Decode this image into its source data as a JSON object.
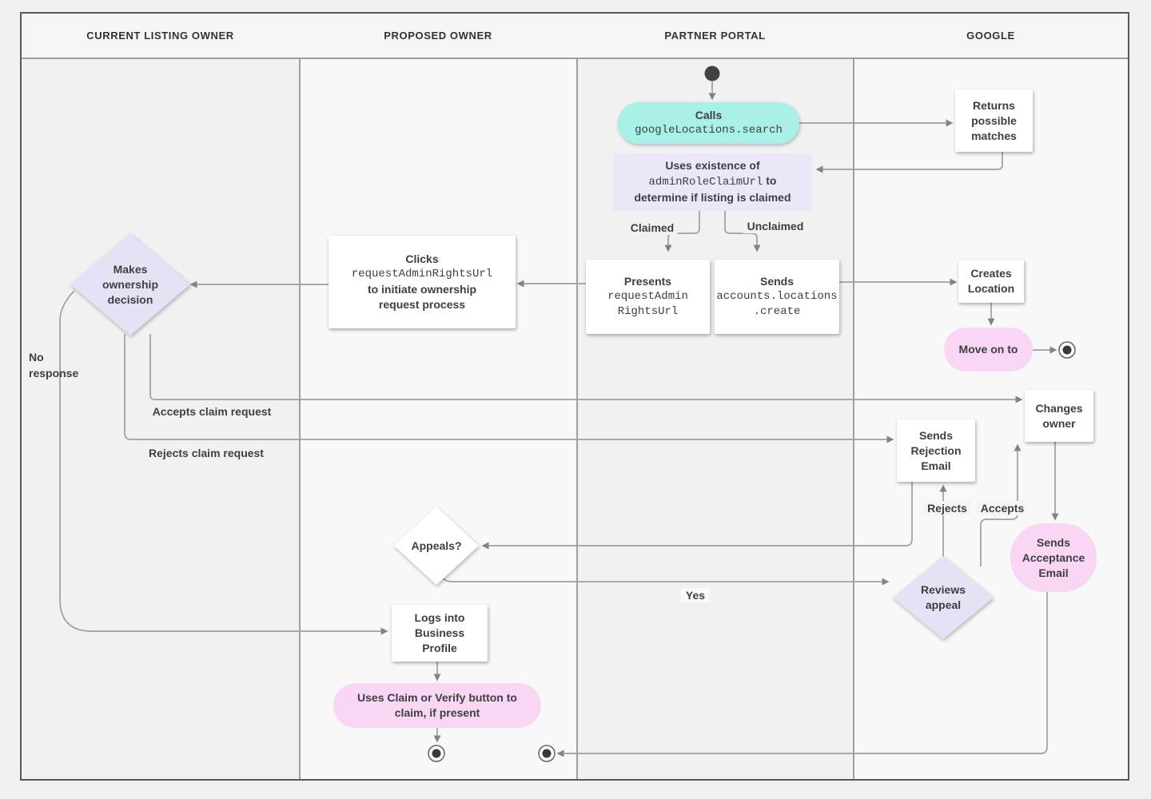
{
  "diagram_type": "swimlane-activity-flowchart",
  "lanes": [
    {
      "label": "CURRENT LISTING OWNER"
    },
    {
      "label": "PROPOSED OWNER"
    },
    {
      "label": "PARTNER PORTAL"
    },
    {
      "label": "GOOGLE"
    }
  ],
  "colors": {
    "teal_action": "#a9f1e8",
    "lavender_note": "#ebe7f8",
    "lavender_decision": "#e7e1f5",
    "pink_action": "#f9d6f3",
    "white_card": "#ffffff",
    "text": "#3c4043",
    "connector": "#9aa0a6",
    "arrowhead": "#7f848a",
    "lane_odd": "#f1f1f2",
    "lane_even": "#f8f8f9",
    "header_bg": "#f5f5f6"
  },
  "nodes": {
    "calls_search": {
      "l1": "Calls",
      "l2": "googleLocations.search"
    },
    "returns_matches": {
      "text": "Returns possible matches"
    },
    "uses_existence": {
      "p1": "Uses existence of ",
      "code": "adminRoleClaimUrl",
      "p2": " to determine if listing is claimed"
    },
    "presents": {
      "l1": "Presents",
      "l2": "requestAdmin",
      "l3": "RightsUrl"
    },
    "sends_create": {
      "l1": "Sends",
      "l2": "accounts.locations",
      "l3": ".create"
    },
    "creates_location": {
      "text": "Creates Location"
    },
    "move_on_to": {
      "text": "Move on to"
    },
    "clicks_request": {
      "l1": "Clicks",
      "l2": "requestAdminRightsUrl",
      "l3": "to initiate ownership",
      "l4": "request process"
    },
    "makes_decision": {
      "text": "Makes ownership decision"
    },
    "changes_owner": {
      "text": "Changes owner"
    },
    "sends_rejection": {
      "text": "Sends Rejection Email"
    },
    "appeals": {
      "text": "Appeals?"
    },
    "reviews_appeal": {
      "text": "Reviews appeal"
    },
    "sends_acceptance": {
      "text": "Sends Acceptance Email"
    },
    "logs_into": {
      "text": "Logs into Business Profile"
    },
    "uses_claim": {
      "text": "Uses Claim or Verify button to claim, if present"
    }
  },
  "edge_labels": {
    "claimed": "Claimed",
    "unclaimed": "Unclaimed",
    "no_response": "No response",
    "accepts_claim": "Accepts claim request",
    "rejects_claim": "Rejects claim request",
    "rejects": "Rejects",
    "accepts": "Accepts",
    "yes": "Yes"
  }
}
